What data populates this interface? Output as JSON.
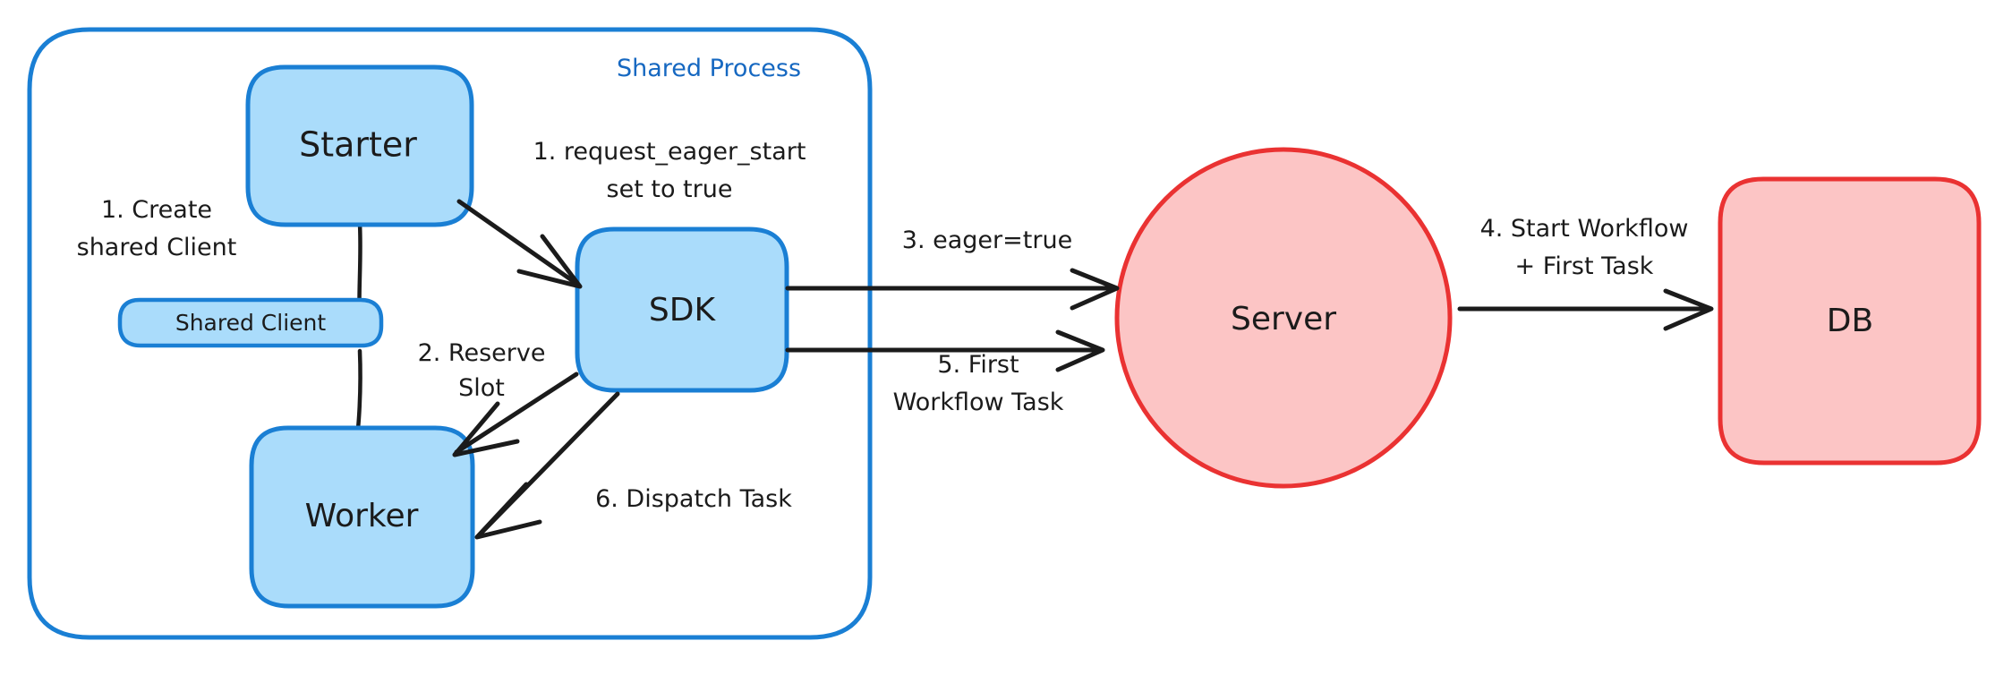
{
  "diagram": {
    "title_group": "Shared Process",
    "colors": {
      "blue_fill": "#aadcfb",
      "blue_stroke": "#1a7fd4",
      "red_fill": "#fcc5c5",
      "red_stroke": "#ea3232",
      "ink": "#1b1b1b",
      "group_label": "#1668c1",
      "background": "#ffffff"
    },
    "nodes": [
      {
        "id": "starter",
        "label": "Starter",
        "shape": "rounded-rect",
        "fill": "blue"
      },
      {
        "id": "shared-client",
        "label": "Shared Client",
        "shape": "rounded-rect",
        "fill": "blue"
      },
      {
        "id": "worker",
        "label": "Worker",
        "shape": "rounded-rect",
        "fill": "blue"
      },
      {
        "id": "sdk",
        "label": "SDK",
        "shape": "rounded-rect",
        "fill": "blue"
      },
      {
        "id": "server",
        "label": "Server",
        "shape": "ellipse",
        "fill": "red"
      },
      {
        "id": "db",
        "label": "DB",
        "shape": "rounded-rect",
        "fill": "red"
      }
    ],
    "edges": [
      {
        "id": "create-shared-client",
        "label": "1. Create\nshared Client",
        "line1": "1. Create",
        "line2": "shared Client",
        "from": "starter",
        "to": "worker",
        "arrow": false
      },
      {
        "id": "request-eager-start",
        "label": "1. request_eager_start\nset to true",
        "line1": "1. request_eager_start",
        "line2": "set to true",
        "from": "starter",
        "to": "sdk",
        "arrow": true
      },
      {
        "id": "reserve-slot",
        "label": "2. Reserve\nSlot",
        "line1": "2. Reserve",
        "line2": "Slot",
        "from": "sdk",
        "to": "worker",
        "arrow": true
      },
      {
        "id": "eager-true",
        "label": "3. eager=true",
        "line1": "3. eager=true",
        "line2": "",
        "from": "sdk",
        "to": "server",
        "arrow": true
      },
      {
        "id": "start-workflow-first-task",
        "label": "4. Start Workflow\n+ First Task",
        "line1": "4. Start Workflow",
        "line2": "+ First Task",
        "from": "server",
        "to": "db",
        "arrow": true
      },
      {
        "id": "first-workflow-task",
        "label": "5. First\nWorkflow Task",
        "line1": "5. First",
        "line2": "Workflow Task",
        "from": "server",
        "to": "sdk",
        "arrow": true
      },
      {
        "id": "dispatch-task",
        "label": "6. Dispatch Task",
        "line1": "6. Dispatch Task",
        "line2": "",
        "from": "sdk",
        "to": "worker",
        "arrow": true
      }
    ]
  }
}
